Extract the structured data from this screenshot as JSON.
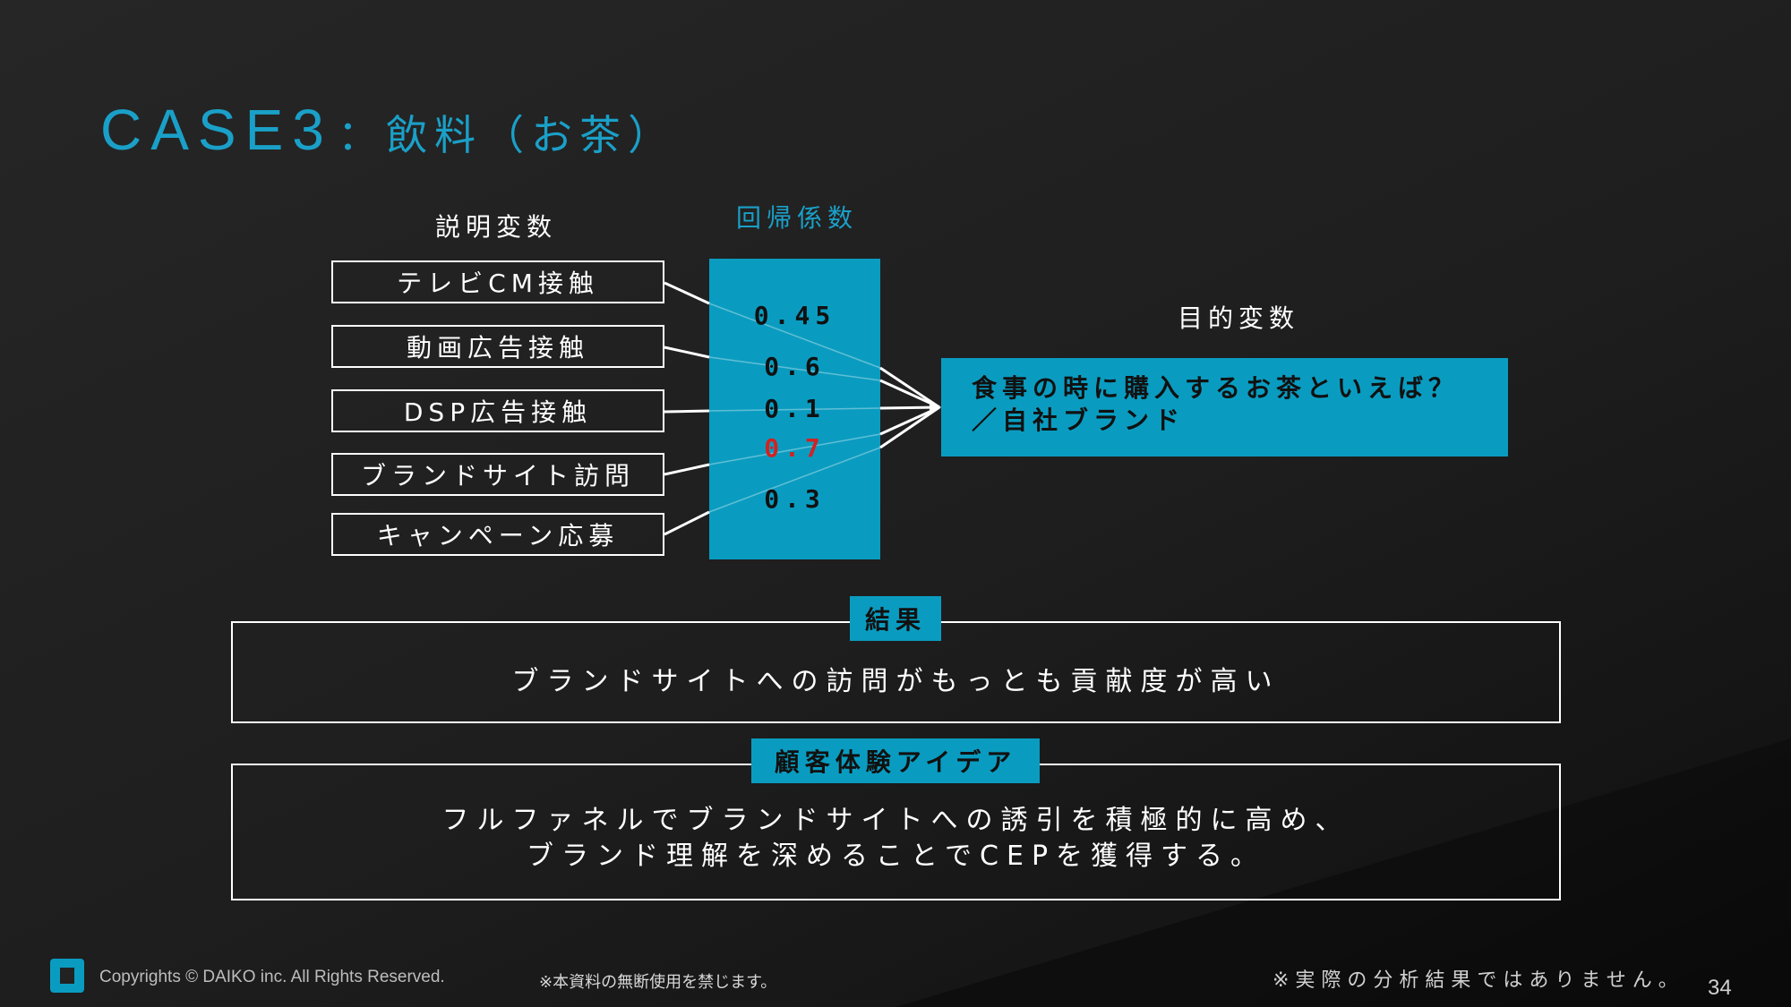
{
  "slide": {
    "title_en": "CASE3",
    "title_jp": "：飲料（お茶）"
  },
  "diagram": {
    "explanatory_header": "説明変数",
    "coefficient_header": "回帰係数",
    "target_header": "目的変数",
    "variables": [
      "テレビCM接触",
      "動画広告接触",
      "DSP広告接触",
      "ブランドサイト訪問",
      "キャンペーン応募"
    ],
    "coefficients": [
      "0.45",
      "0.6",
      "0.1",
      "0.7",
      "0.3"
    ],
    "highlight_color": "#d22222",
    "accent_color": "#0a9cc0",
    "target_line1": "食事の時に購入するお茶といえば？",
    "target_line2": "／自社ブランド"
  },
  "result": {
    "tag": "結果",
    "text": "ブランドサイトへの訪問がもっとも貢献度が高い"
  },
  "idea": {
    "tag": "顧客体験アイデア",
    "line1": "フルファネルでブランドサイトへの誘引を積極的に高め、",
    "line2": "ブランド理解を深めることでCEPを獲得する。"
  },
  "footer": {
    "copyright": "Copyrights © DAIKO inc. All Rights Reserved.",
    "notice": "※本資料の無断使用を禁じます。",
    "disclaimer": "※実際の分析結果ではありません。",
    "page_number": "34"
  }
}
